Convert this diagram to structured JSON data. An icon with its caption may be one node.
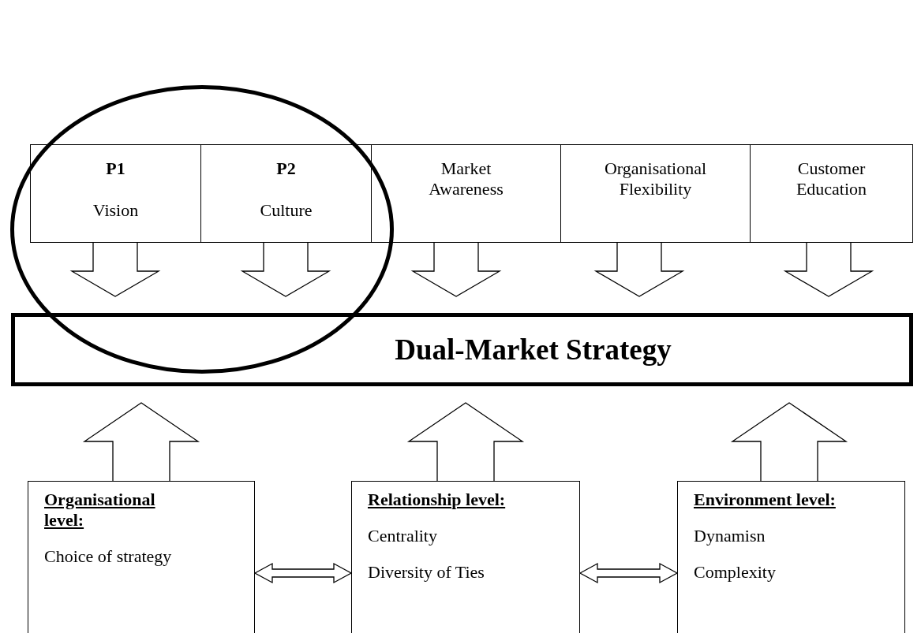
{
  "diagram": {
    "nodes": [
      {
        "text": [],
        "shape": "circle"
      },
      {
        "text": [
          "P1",
          "Vision"
        ],
        "in": 0
      },
      {
        "text": [
          "P2",
          "Culture"
        ],
        "in": 0
      },
      {
        "text": [
          "Market Awareness"
        ]
      },
      {
        "text": [
          "Organisational Flexibility"
        ]
      },
      {
        "text": [
          "Customer Education"
        ]
      },
      {
        "text": [
          "Dual-Market Strategy"
        ]
      },
      {
        "text": [
          "Organisational level:",
          "Choice of strategy"
        ]
      },
      {
        "text": [
          "Relationship level:",
          "Centrality",
          "Diversity of Ties"
        ]
      },
      {
        "text": [
          "Environment level:",
          "Dynamisn",
          "Complexity"
        ]
      }
    ],
    "edges": [
      {
        "from": 1,
        "to": 6,
        "arrow": "to"
      },
      {
        "from": 2,
        "to": 6,
        "arrow": "to"
      },
      {
        "from": 3,
        "to": 6,
        "arrow": "to"
      },
      {
        "from": 4,
        "to": 6,
        "arrow": "to"
      },
      {
        "from": 5,
        "to": 6,
        "arrow": "to"
      },
      {
        "from": 7,
        "to": 6,
        "arrow": "to"
      },
      {
        "from": 8,
        "to": 6,
        "arrow": "to"
      },
      {
        "from": 9,
        "to": 6,
        "arrow": "to"
      },
      {
        "from": 7,
        "to": 8,
        "arrow": "both"
      },
      {
        "from": 8,
        "to": 9,
        "arrow": "both"
      }
    ]
  }
}
